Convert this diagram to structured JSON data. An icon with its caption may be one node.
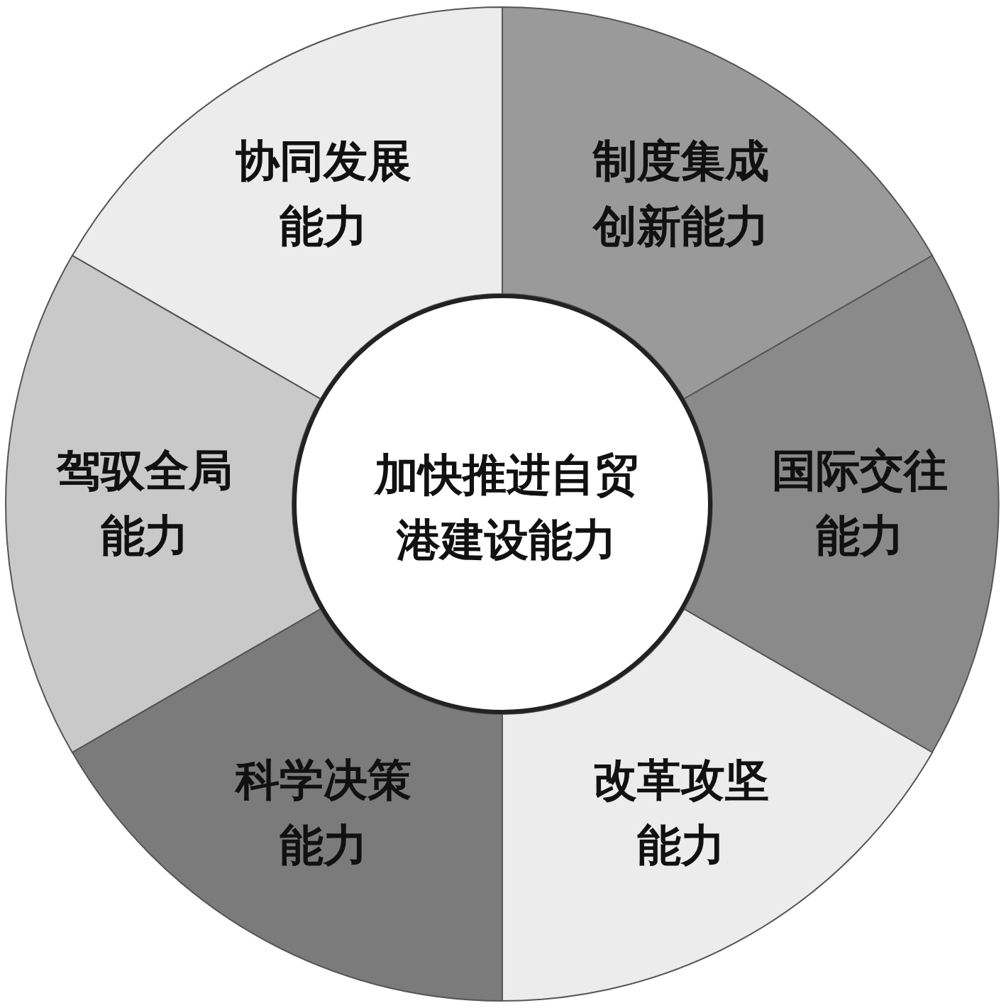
{
  "diagram": {
    "nodes": [
      {
        "text": [
          "加快推进自贸港建设能力"
        ]
      },
      {
        "text": [
          "协同发展能力"
        ]
      },
      {
        "text": [
          "制度集成创新能力"
        ]
      },
      {
        "text": [
          "驾驭全局能力"
        ]
      },
      {
        "text": [
          "国际交往能力"
        ]
      },
      {
        "text": [
          "科学决策能力"
        ]
      },
      {
        "text": [
          "改革攻坚能力"
        ]
      }
    ]
  }
}
